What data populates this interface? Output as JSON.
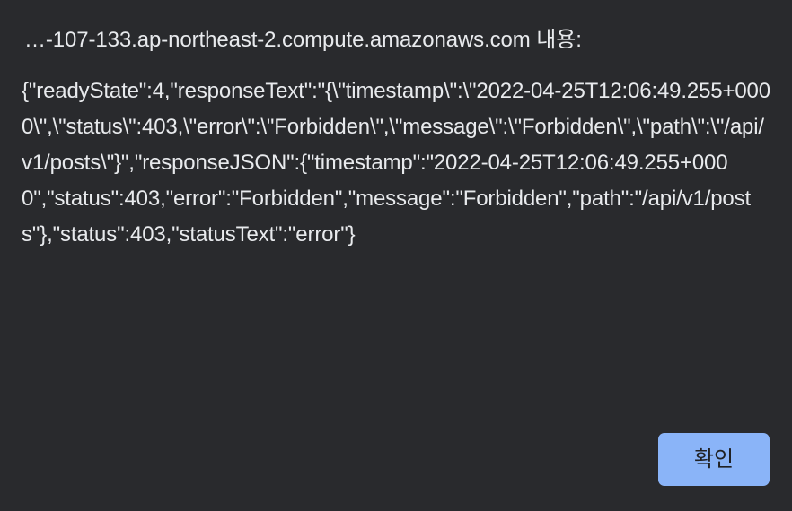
{
  "dialog": {
    "title": "…-107-133.ap-northeast-2.compute.amazonaws.com 내용:",
    "message": "{\"readyState\":4,\"responseText\":\"{\\\"timestamp\\\":\\\"2022-04-25T12:06:49.255+0000\\\",\\\"status\\\":403,\\\"error\\\":\\\"Forbidden\\\",\\\"message\\\":\\\"Forbidden\\\",\\\"path\\\":\\\"/api/v1/posts\\\"}\",\"responseJSON\":{\"timestamp\":\"2022-04-25T12:06:49.255+0000\",\"status\":403,\"error\":\"Forbidden\",\"message\":\"Forbidden\",\"path\":\"/api/v1/posts\"},\"status\":403,\"statusText\":\"error\"}",
    "ok_label": "확인",
    "colors": {
      "background": "#292a2d",
      "text": "#e8eaed",
      "button_background": "#8ab4f8",
      "button_text": "#202124"
    }
  }
}
